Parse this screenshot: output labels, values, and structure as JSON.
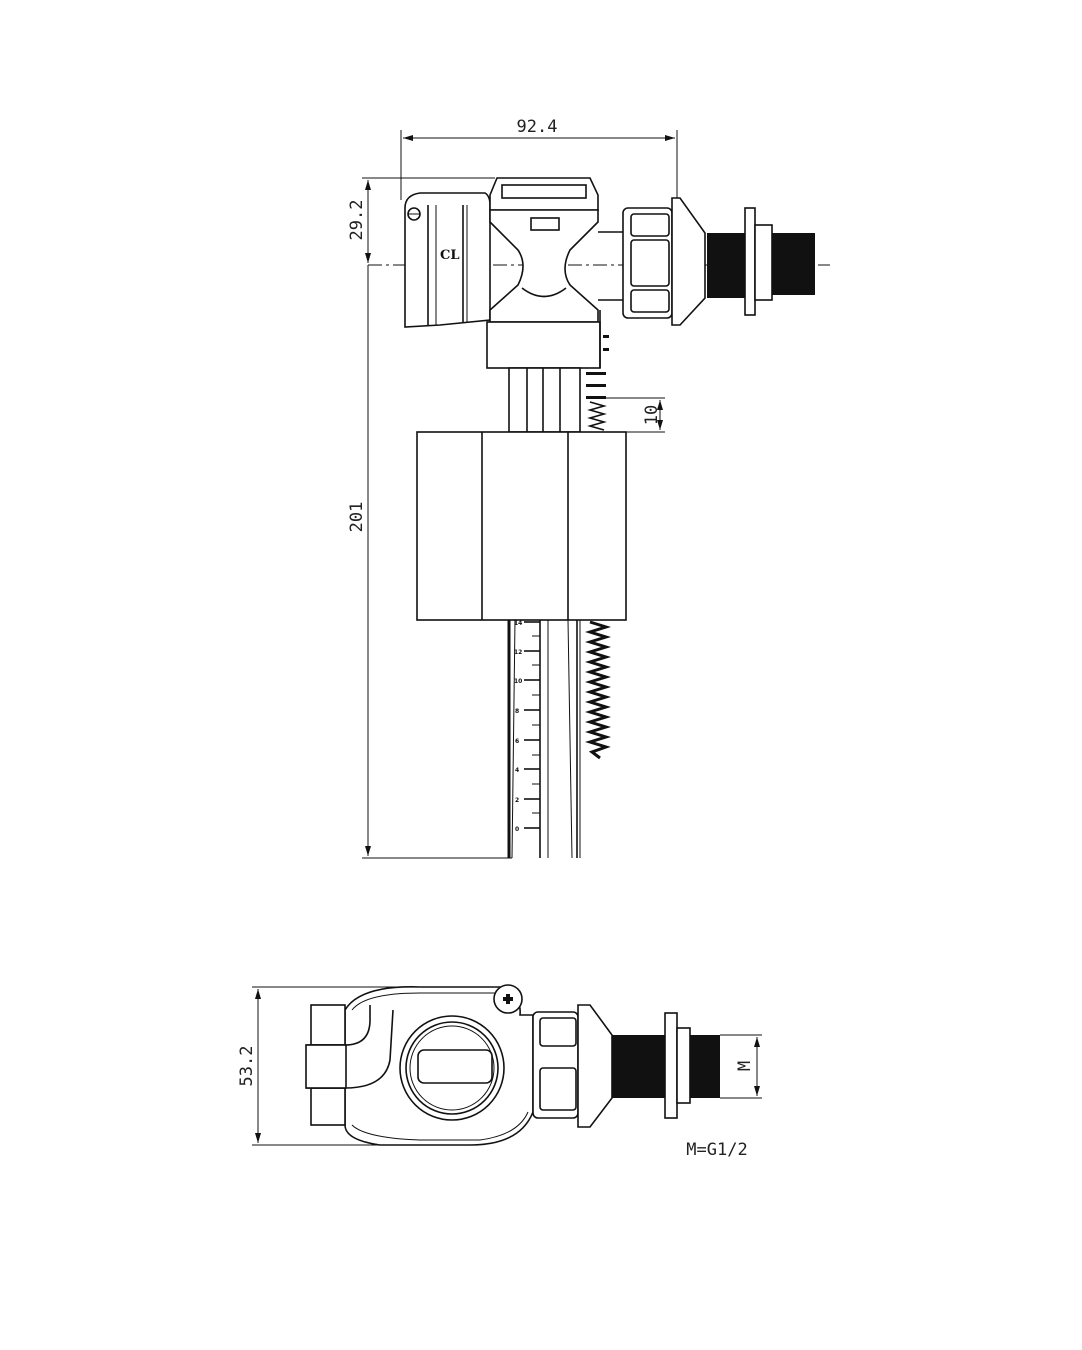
{
  "drawing": {
    "front_view": {
      "dimensions": {
        "width": "92.4",
        "center_height": "29.2",
        "total_height": "201",
        "spring_offset": "10"
      },
      "label_cl": "CL",
      "scale_marks": [
        "0",
        "2",
        "4",
        "6",
        "8",
        "10",
        "12",
        "14"
      ]
    },
    "top_view": {
      "dimensions": {
        "height": "53.2",
        "thread": "M"
      },
      "thread_note": "M=G1/2"
    }
  }
}
